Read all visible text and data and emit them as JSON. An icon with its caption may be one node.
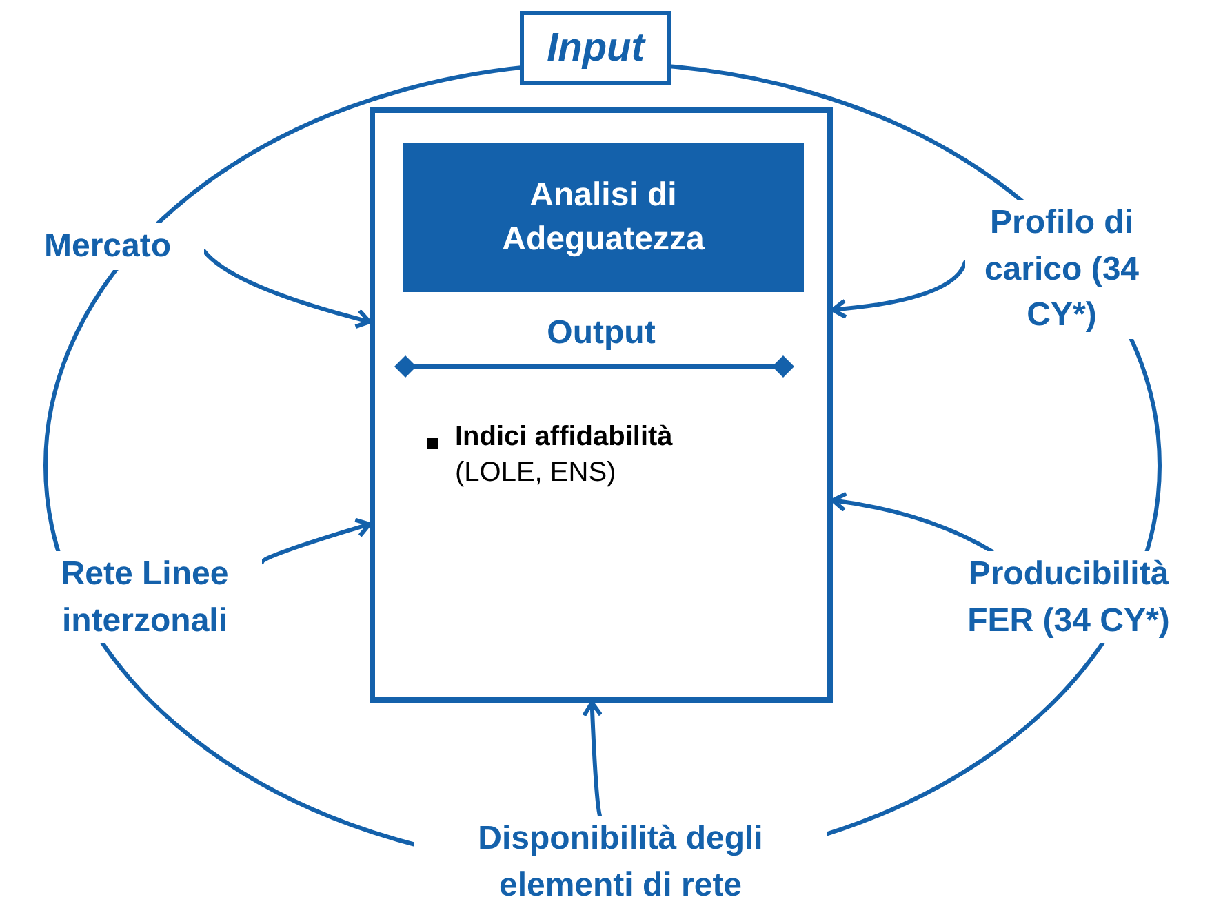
{
  "diagram": {
    "nodes": [
      {
        "text": [
          "Input"
        ]
      },
      {
        "text": [
          "Output",
          "**Indici affidabilità** (LOLE, ENS)"
        ]
      },
      {
        "text": [
          "Analisi di Adeguatezza"
        ],
        "in": 1
      },
      {
        "text": [
          "Mercato"
        ]
      },
      {
        "text": [
          "Profilo di carico (34 CY*)"
        ]
      },
      {
        "text": [
          "Rete Linee interzonali"
        ]
      },
      {
        "text": [
          "Producibilità FER (34 CY*)"
        ]
      },
      {
        "text": [
          "Disponibilità degli elementi di rete"
        ]
      }
    ],
    "edges": [
      {
        "from": 3,
        "to": 1,
        "arrow": "to"
      },
      {
        "from": 4,
        "to": 1,
        "arrow": "to"
      },
      {
        "from": 5,
        "to": 1,
        "arrow": "to"
      },
      {
        "from": 6,
        "to": 1,
        "arrow": "to"
      },
      {
        "from": 7,
        "to": 1,
        "arrow": "to"
      }
    ]
  }
}
